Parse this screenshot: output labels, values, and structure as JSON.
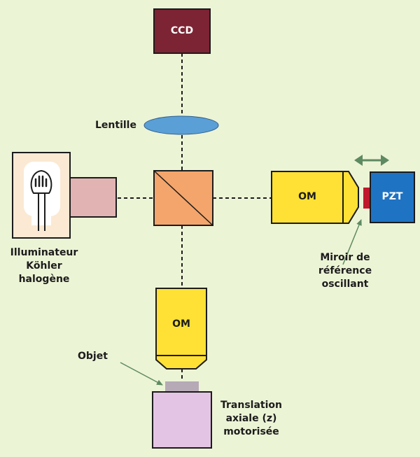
{
  "diagram": {
    "components": {
      "ccd": "CCD",
      "om_right": "OM",
      "om_bottom": "OM",
      "pzt": "PZT"
    },
    "labels": {
      "lentille": "Lentille",
      "illuminateur_line1": "Illuminateur",
      "illuminateur_line2": "Köhler",
      "illuminateur_line3": "halogène",
      "miroir_line1": "Miroir de",
      "miroir_line2": "référence",
      "miroir_line3": "oscillant",
      "objet": "Objet",
      "translation_line1": "Translation",
      "translation_line2": "axiale (z)",
      "translation_line3": "motorisée"
    },
    "colors": {
      "background": "#ecf4d6",
      "ccd": "#7d2434",
      "lens": "#5a9fd6",
      "beam_splitter": "#f4a56b",
      "om": "#ffe135",
      "pzt": "#1f73c3",
      "mirror": "#c0182c",
      "illuminator_housing": "#fbe9d3",
      "illuminator_tube": "#e2b3b3",
      "object": "#b6aab6",
      "stage": "#e4c4e4",
      "arrow": "#5e8a62"
    }
  }
}
